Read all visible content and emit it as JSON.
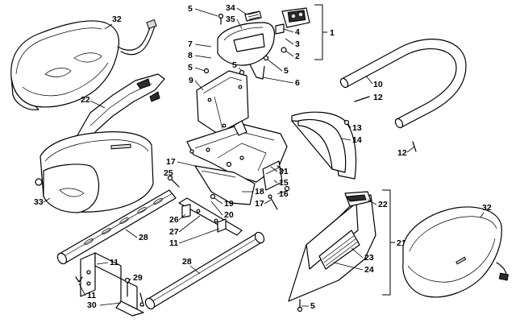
{
  "diagram": {
    "callouts": {
      "c1": "1",
      "c2": "2",
      "c3": "3",
      "c4": "4",
      "c5a": "5",
      "c5b": "5",
      "c5c": "5",
      "c5d": "5",
      "c5e": "5",
      "c6": "6",
      "c7": "7",
      "c8": "8",
      "c9": "9",
      "c10": "10",
      "c11a": "11",
      "c11b": "11",
      "c11c": "11",
      "c12a": "12",
      "c12b": "12",
      "c13": "13",
      "c14": "14",
      "c15": "15",
      "c16": "16",
      "c17a": "17",
      "c17b": "17",
      "c18": "18",
      "c19": "19",
      "c20": "20",
      "c21": "21",
      "c22a": "22",
      "c22b": "22",
      "c23": "23",
      "c24": "24",
      "c25": "25",
      "c26": "26",
      "c27": "27",
      "c28a": "28",
      "c28b": "28",
      "c29": "29",
      "c30": "30",
      "c31": "31",
      "c32a": "32",
      "c32b": "32",
      "c33": "33",
      "c34": "34",
      "c35": "35"
    }
  }
}
